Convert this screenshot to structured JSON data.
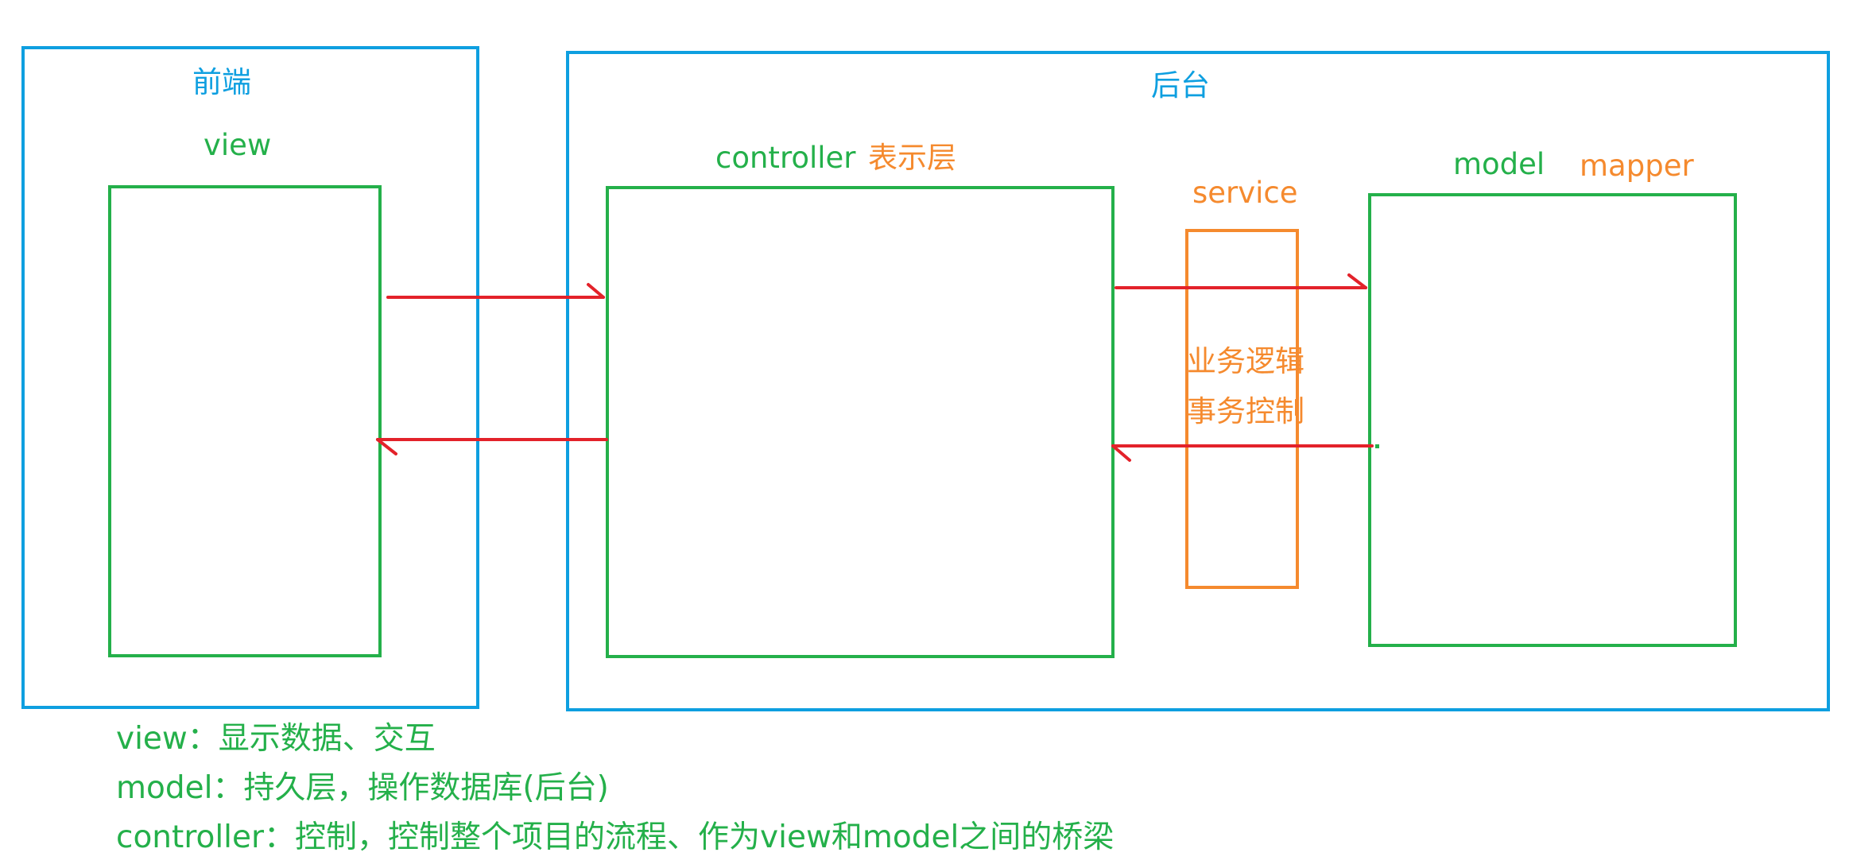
{
  "colors": {
    "blue": "#0e9fe0",
    "green": "#24b04a",
    "orange": "#f58a2e",
    "red": "#e3222a"
  },
  "frontend": {
    "title": "前端",
    "view_label": "view"
  },
  "backend": {
    "title": "后台",
    "controller_label": "controller",
    "controller_sublabel": "表示层",
    "service_label": "service",
    "service_desc_line1": "业务逻辑",
    "service_desc_line2": "事务控制",
    "model_label": "model",
    "mapper_label": "mapper"
  },
  "notes": [
    "view：显示数据、交互",
    "model：持久层，操作数据库(后台)",
    "controller：控制，控制整个项目的流程、作为view和model之间的桥梁"
  ]
}
